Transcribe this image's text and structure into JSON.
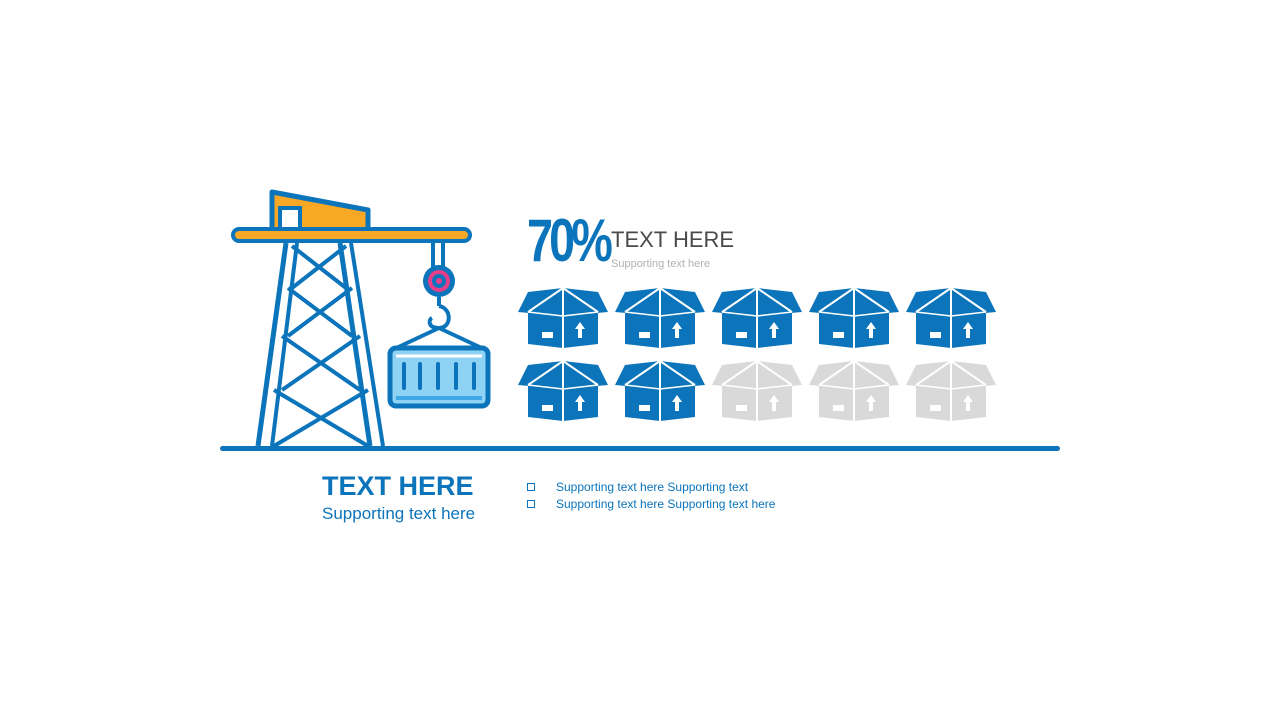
{
  "stat": {
    "percent": "70%",
    "value": 0.7,
    "title": "TEXT HERE",
    "subtitle": "Supporting text here"
  },
  "boxes": {
    "total": 10,
    "filled": 7,
    "colors": {
      "filled": "#0b74bb",
      "empty": "#d9d9d9"
    }
  },
  "bottom": {
    "title": "TEXT HERE",
    "subtitle": "Supporting text here"
  },
  "bullets": [
    {
      "text": "Supporting text here Supporting text"
    },
    {
      "text": "Supporting text here Supporting text here"
    }
  ],
  "colors": {
    "primary": "#0b74bb",
    "accent_orange": "#f9a825",
    "accent_pink": "#e53e8a",
    "container_light": "#8fd3f4"
  },
  "icons": [
    "crane-icon",
    "shipping-container-icon",
    "hook-icon",
    "box-icon",
    "arrow-up-icon"
  ]
}
